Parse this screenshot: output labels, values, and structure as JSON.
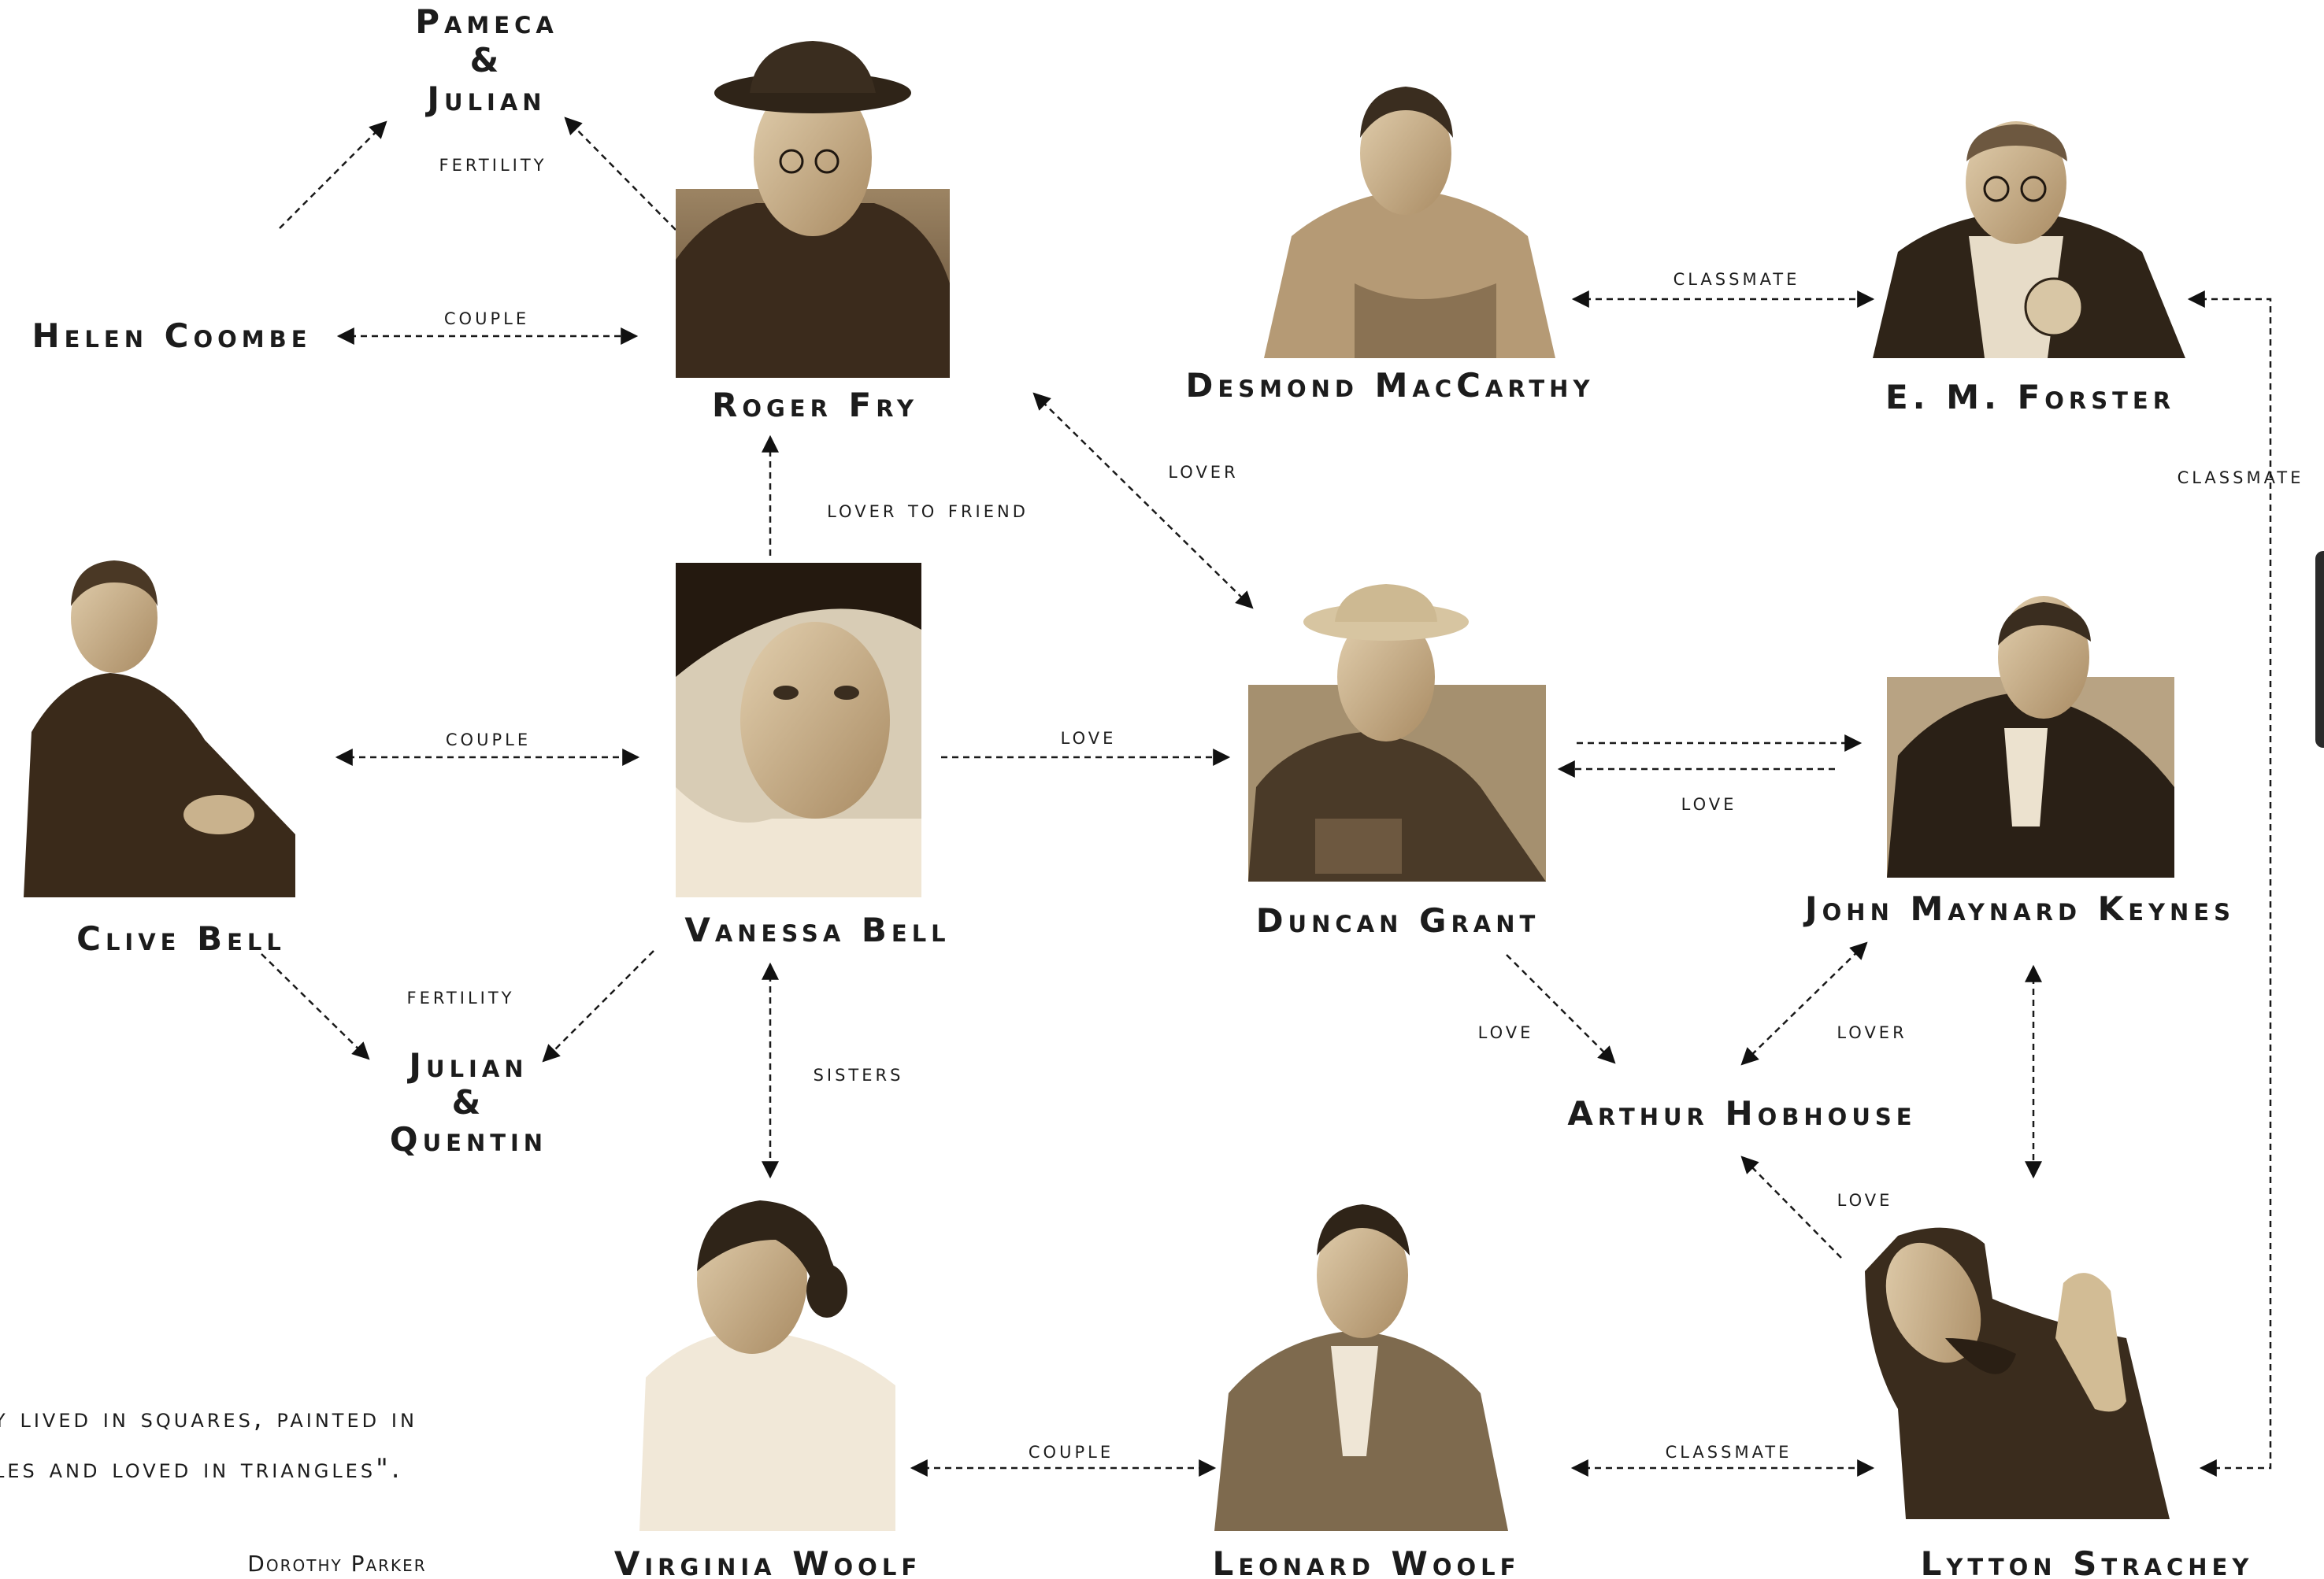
{
  "colors": {
    "sepia_dark": "#3a2c1d",
    "sepia_mid": "#8a7253",
    "sepia_light": "#c9b28d",
    "line": "#2a2a2a"
  },
  "people": {
    "roger_fry": "Roger Fry",
    "desmond_maccarthy": "Desmond MacCarthy",
    "em_forster": "E. M. Forster",
    "helen_coombe": "Helen Coombe",
    "clive_bell": "Clive Bell",
    "vanessa_bell": "Vanessa Bell",
    "duncan_grant": "Duncan Grant",
    "john_maynard_keynes": "John Maynard Keynes",
    "arthur_hobhouse": "Arthur Hobhouse",
    "virginia_woolf": "Virginia Woolf",
    "leonard_woolf": "Leonard Woolf",
    "lytton_strachey": "Lytton Strachey"
  },
  "children": {
    "pameca_julian": [
      "Pameca",
      "&",
      "Julian"
    ],
    "julian_quentin": [
      "Julian",
      "&",
      "Quentin"
    ]
  },
  "relations": {
    "fertility_top": "fertility",
    "couple_fry_coombe": "couple",
    "lover_to_friend": "lover to friend",
    "lover_fry_grant": "lover",
    "classmate_maccarthy_forster": "classmate",
    "classmate_forster_strachey": "classmate",
    "couple_clive_vanessa": "couple",
    "love_vanessa_duncan": "love",
    "love_duncan_keynes": "love",
    "fertility_bottom": "fertility",
    "sisters": "sisters",
    "love_duncan_hobhouse": "love",
    "lover_keynes_hobhouse": "lover",
    "love_strachey_hobhouse": "love",
    "couple_virginia_leonard": "couple",
    "classmate_leonard_strachey": "classmate"
  },
  "quote": {
    "line1": "y lived in squares, painted in",
    "line2": "les and loved in triangles\".",
    "author": "Dorothy Parker"
  },
  "icons": {
    "portrait": "sepia-portrait-photo",
    "arrow": "dashed-arrow"
  }
}
